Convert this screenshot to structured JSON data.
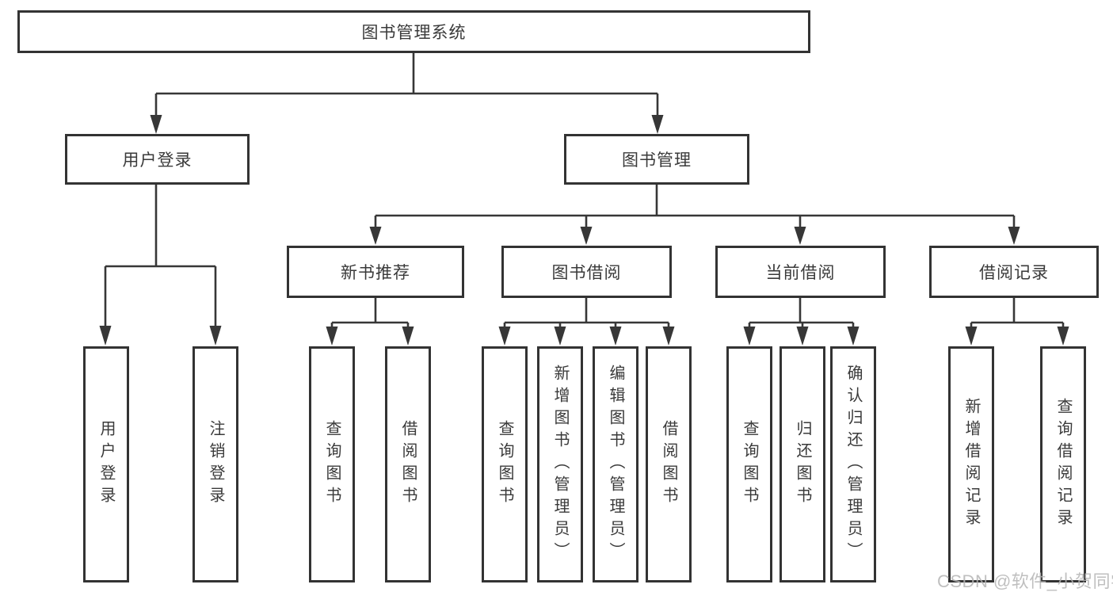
{
  "diagram": {
    "root": {
      "label": "图书管理系统"
    },
    "level2": {
      "user": {
        "label": "用户登录"
      },
      "books": {
        "label": "图书管理"
      }
    },
    "level3": {
      "new_books": {
        "label": "新书推荐"
      },
      "borrowing": {
        "label": "图书借阅"
      },
      "current": {
        "label": "当前借阅"
      },
      "records": {
        "label": "借阅记录"
      }
    },
    "level4": {
      "user": [
        "用户登录",
        "注销登录"
      ],
      "new_books": [
        "查询图书",
        "借阅图书"
      ],
      "borrowing": [
        "查询图书",
        "新增图书（管理员）",
        "编辑图书（管理员）",
        "借阅图书"
      ],
      "current": [
        "查询图书",
        "归还图书",
        "确认归还（管理员）"
      ],
      "records": [
        "新增借阅记录",
        "查询借阅记录"
      ]
    }
  },
  "watermark": "CSDN @软件_小贺同学",
  "colors": {
    "line": "#373737",
    "border": "#333333",
    "text": "#3a3a3a",
    "watermark": "#b5b5b5",
    "background": "#ffffff"
  }
}
